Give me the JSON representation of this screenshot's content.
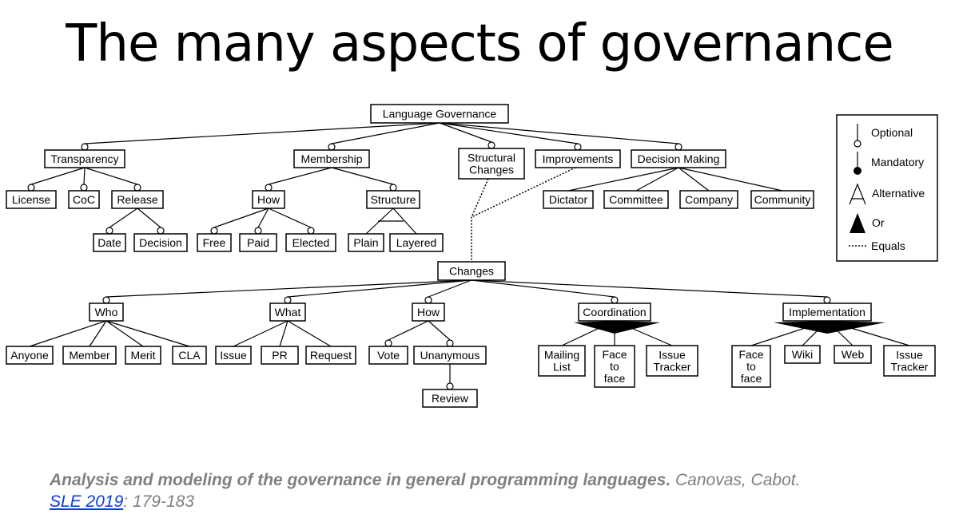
{
  "title": "The many aspects of governance",
  "diagram": {
    "root": "Language Governance",
    "transparency": {
      "label": "Transparency",
      "children": [
        "License",
        "CoC",
        "Release"
      ],
      "release_children": [
        "Date",
        "Decision"
      ]
    },
    "membership": {
      "label": "Membership",
      "how": "How",
      "how_children": [
        "Free",
        "Paid",
        "Elected"
      ],
      "structure": "Structure",
      "structure_children": [
        "Plain",
        "Layered"
      ]
    },
    "structural_changes": [
      "Structural",
      "Changes"
    ],
    "improvements": "Improvements",
    "decision_making": {
      "label": "Decision Making",
      "children": [
        "Dictator",
        "Committee",
        "Company",
        "Community"
      ]
    },
    "changes": {
      "label": "Changes",
      "who": {
        "label": "Who",
        "children": [
          "Anyone",
          "Member",
          "Merit",
          "CLA"
        ]
      },
      "what": {
        "label": "What",
        "children": [
          "Issue",
          "PR",
          "Request"
        ]
      },
      "how": {
        "label": "How",
        "children": [
          "Vote",
          "Unanymous"
        ],
        "unanymous_child": "Review"
      },
      "coordination": {
        "label": "Coordination",
        "children": [
          [
            "Mailing",
            "List"
          ],
          [
            "Face",
            "to",
            "face"
          ],
          [
            "Issue",
            "Tracker"
          ]
        ]
      },
      "implementation": {
        "label": "Implementation",
        "children": [
          [
            "Face",
            "to",
            "face"
          ],
          [
            "Wiki"
          ],
          [
            "Web"
          ],
          [
            "Issue",
            "Tracker"
          ]
        ]
      }
    }
  },
  "legend": {
    "optional": "Optional",
    "mandatory": "Mandatory",
    "alternative": "Alternative",
    "or": "Or",
    "equals": "Equals"
  },
  "citation": {
    "paper": "Analysis and modeling of the governance in general programming languages.",
    "authors": "Canovas, Cabot.",
    "venue": "SLE 2019",
    "pages": ": 179-183"
  }
}
